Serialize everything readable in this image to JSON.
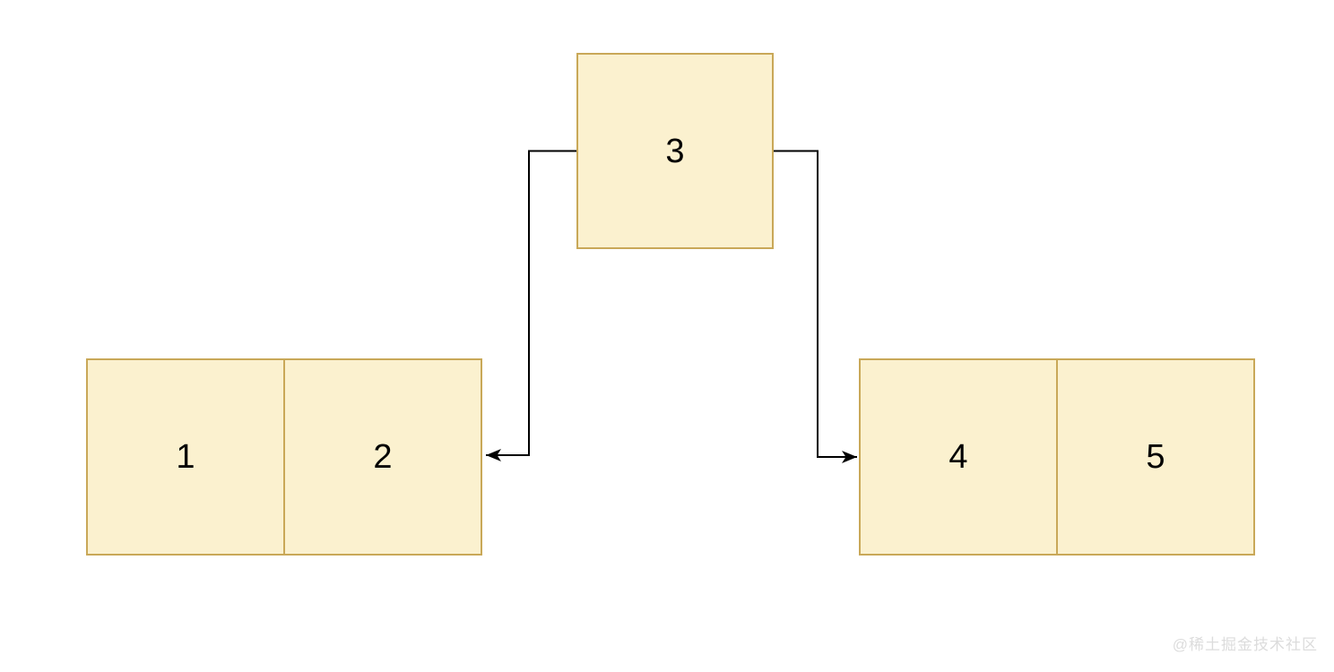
{
  "diagram": {
    "title": "binary-tree-linked-nodes",
    "root_node": {
      "label": "3"
    },
    "left_node": {
      "cells": [
        {
          "label": "1"
        },
        {
          "label": "2"
        }
      ]
    },
    "right_node": {
      "cells": [
        {
          "label": "4"
        },
        {
          "label": "5"
        }
      ]
    },
    "edges": [
      {
        "from": "3",
        "to": "left-node",
        "direction": "left-down"
      },
      {
        "from": "3",
        "to": "right-node",
        "direction": "right-down"
      }
    ]
  },
  "colors": {
    "background": "#FFFFFF",
    "node_fill": "#FBF1CF",
    "node_stroke": "#C9A858",
    "arrow": "#000000",
    "watermark": "#DCDCDC"
  },
  "watermark": {
    "text": "@稀土掘金技术社区"
  }
}
